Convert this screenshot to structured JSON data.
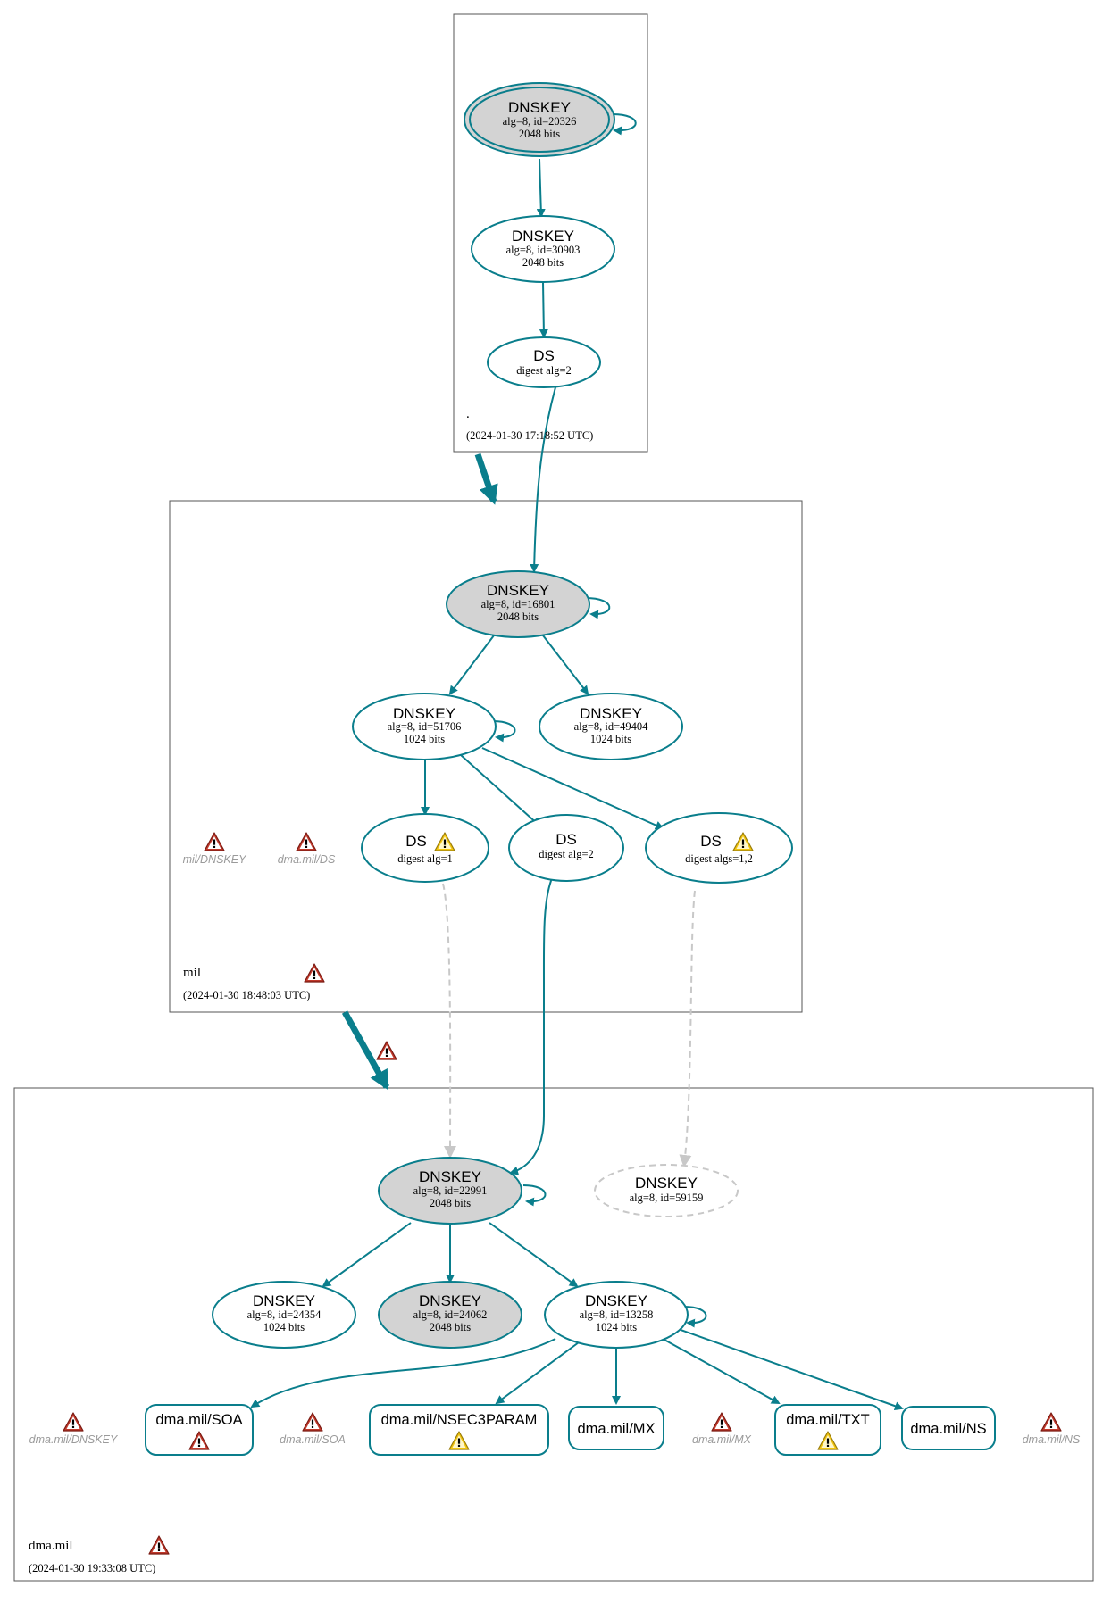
{
  "colors": {
    "edge": "#0a7e8c",
    "ksk_fill": "#d3d3d3",
    "dashed": "#c8c8c8",
    "error_icon": "#c0392b",
    "warning_icon": "#f1c40f"
  },
  "zones": {
    "root": {
      "name": ".",
      "timestamp": "(2024-01-30 17:18:52 UTC)",
      "dnskey_20326": {
        "title": "DNSKEY",
        "line1": "alg=8, id=20326",
        "line2": "2048 bits"
      },
      "dnskey_30903": {
        "title": "DNSKEY",
        "line1": "alg=8, id=30903",
        "line2": "2048 bits"
      },
      "ds": {
        "title": "DS",
        "line1": "digest alg=2"
      }
    },
    "mil": {
      "name": "mil",
      "timestamp": "(2024-01-30 18:48:03 UTC)",
      "dnskey_16801": {
        "title": "DNSKEY",
        "line1": "alg=8, id=16801",
        "line2": "2048 bits"
      },
      "dnskey_51706": {
        "title": "DNSKEY",
        "line1": "alg=8, id=51706",
        "line2": "1024 bits"
      },
      "dnskey_49404": {
        "title": "DNSKEY",
        "line1": "alg=8, id=49404",
        "line2": "1024 bits"
      },
      "ds_alg1": {
        "title": "DS",
        "line1": "digest alg=1"
      },
      "ds_alg2": {
        "title": "DS",
        "line1": "digest alg=2"
      },
      "ds_algs12": {
        "title": "DS",
        "line1": "digest algs=1,2"
      },
      "err_dnskey": "mil/DNSKEY",
      "err_ds": "dma.mil/DS"
    },
    "dma": {
      "name": "dma.mil",
      "timestamp": "(2024-01-30 19:33:08 UTC)",
      "dnskey_22991": {
        "title": "DNSKEY",
        "line1": "alg=8, id=22991",
        "line2": "2048 bits"
      },
      "dnskey_59159": {
        "title": "DNSKEY",
        "line1": "alg=8, id=59159"
      },
      "dnskey_24354": {
        "title": "DNSKEY",
        "line1": "alg=8, id=24354",
        "line2": "1024 bits"
      },
      "dnskey_24062": {
        "title": "DNSKEY",
        "line1": "alg=8, id=24062",
        "line2": "2048 bits"
      },
      "dnskey_13258": {
        "title": "DNSKEY",
        "line1": "alg=8, id=13258",
        "line2": "1024 bits"
      },
      "rr_soa": "dma.mil/SOA",
      "rr_nsec3param": "dma.mil/NSEC3PARAM",
      "rr_mx": "dma.mil/MX",
      "rr_txt": "dma.mil/TXT",
      "rr_ns": "dma.mil/NS",
      "err_dnskey": "dma.mil/DNSKEY",
      "err_soa": "dma.mil/SOA",
      "err_mx": "dma.mil/MX",
      "err_ns": "dma.mil/NS"
    }
  }
}
